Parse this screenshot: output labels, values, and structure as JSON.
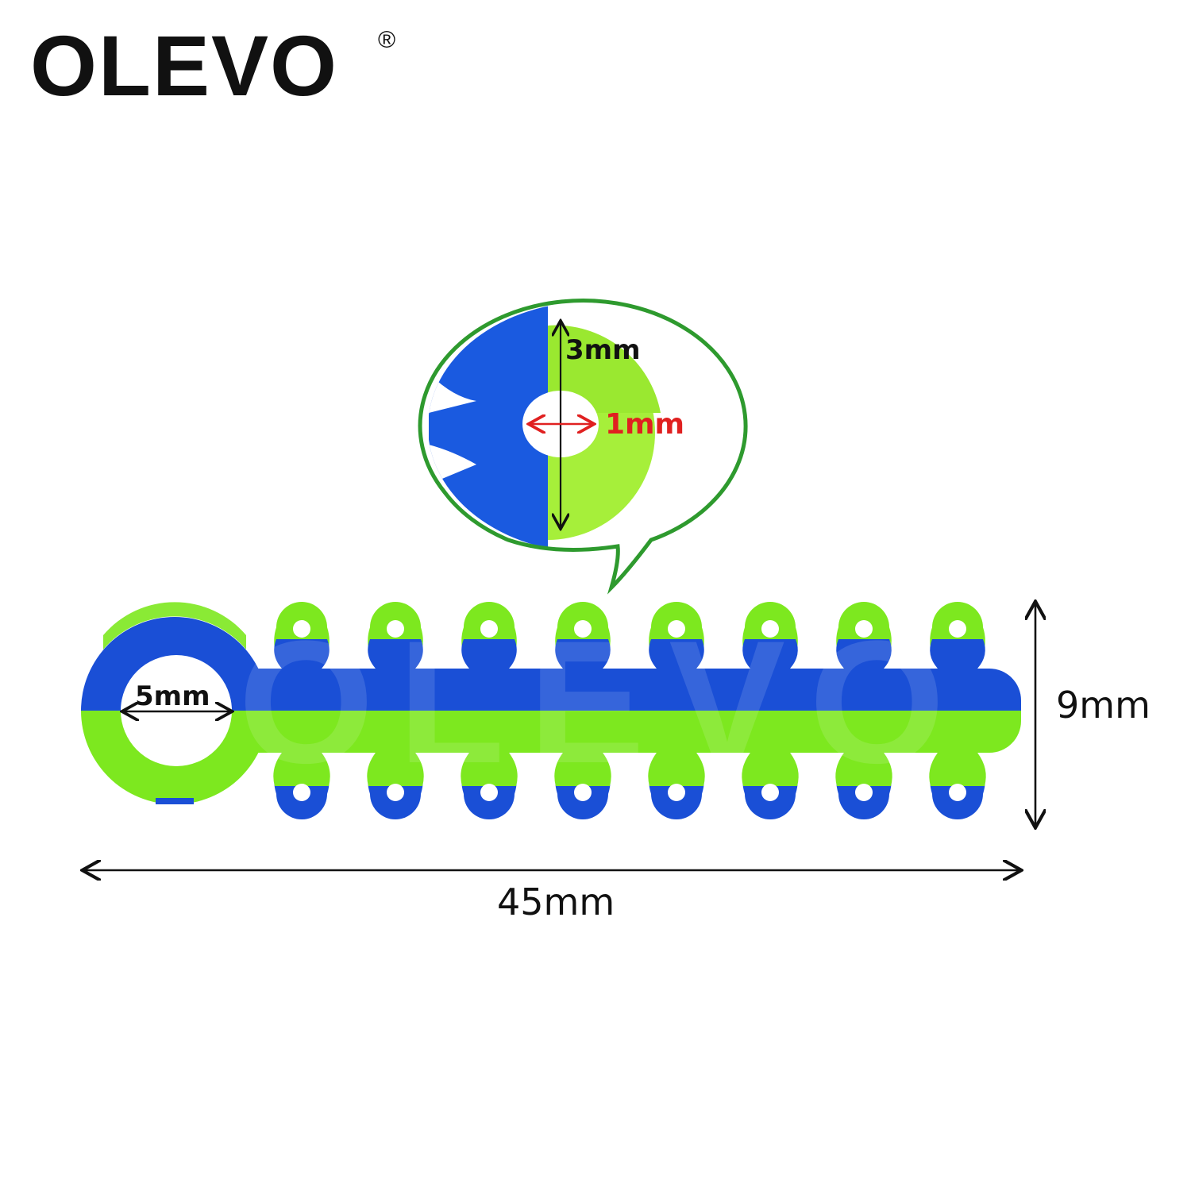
{
  "brand": {
    "name": "OLEVO",
    "mark": "®"
  },
  "dimensions": {
    "inner_height": "3mm",
    "hole_width": "1mm",
    "ring_width": "5mm",
    "total_height": "9mm",
    "total_length": "45mm"
  },
  "colors": {
    "blue": "#1a4fd6",
    "green": "#7de81f",
    "bubble_outline": "#2e9a2e",
    "highlight_arrow": "#e02020",
    "text": "#111111"
  },
  "product": {
    "loops_per_side": 8
  }
}
